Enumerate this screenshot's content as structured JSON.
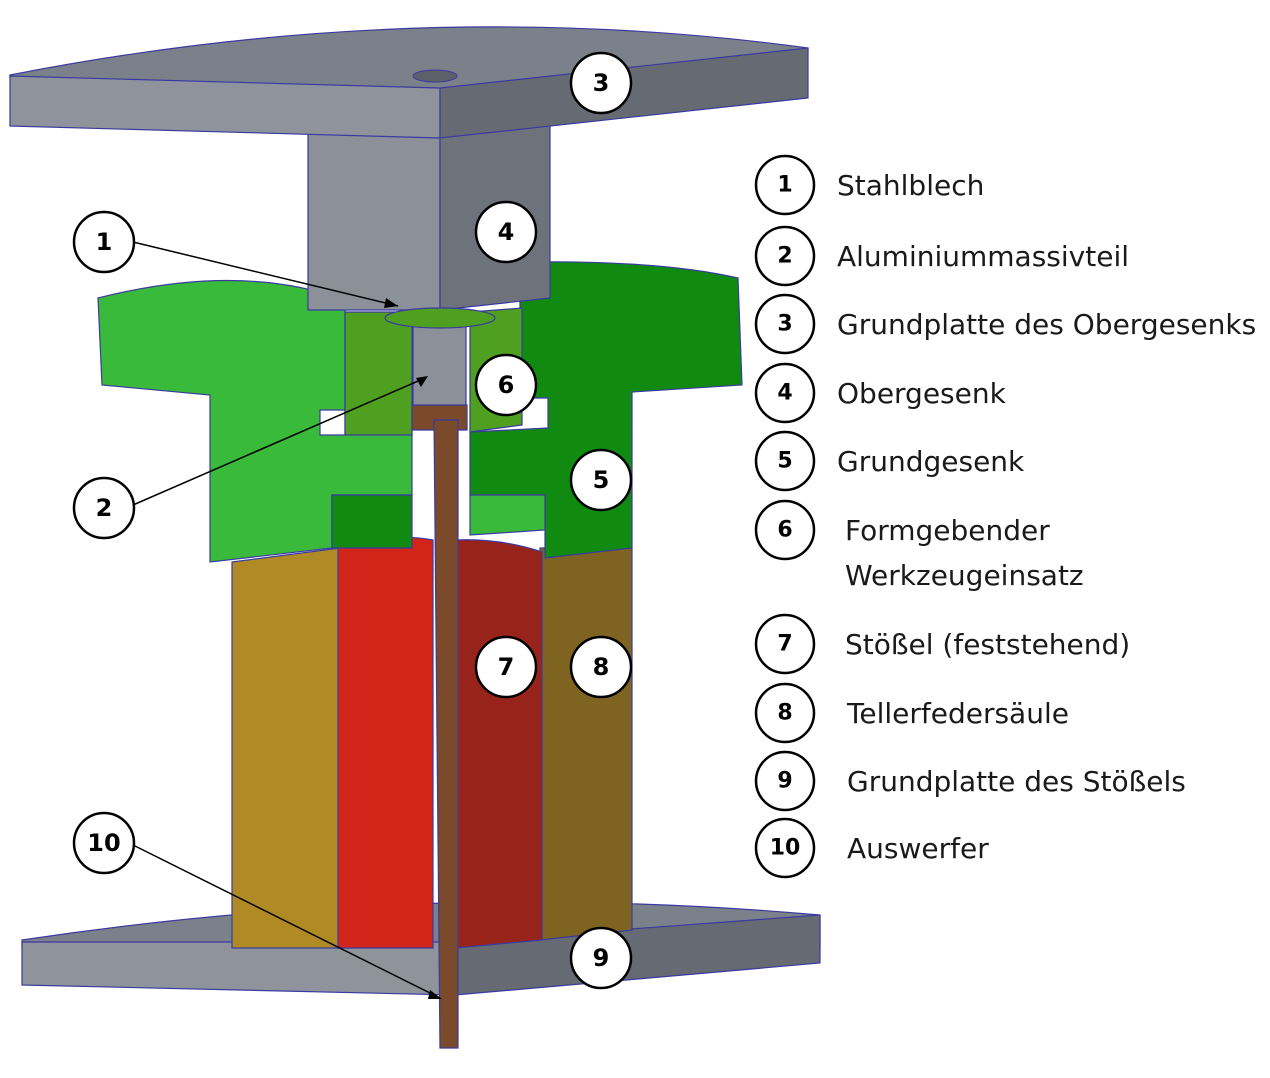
{
  "colors": {
    "plate_top": "#7b818b",
    "plate_front": "#8e939c",
    "plate_side": "#656a73",
    "upper_die_front": "#8b9099",
    "upper_die_side": "#6d727b",
    "green_light": "#3aba3a",
    "green_dark": "#118a11",
    "insert_green": "#4fa020",
    "spring_light": "#b08a25",
    "spring_dark": "#7f6320",
    "red_light": "#d1251a",
    "red_dark": "#98231a",
    "ejector": "#7a4a2a",
    "outline": "#3a3aa0"
  },
  "callouts": [
    {
      "num": "1",
      "target": "Stahlblech"
    },
    {
      "num": "2",
      "target": "Aluminiummassivteil"
    },
    {
      "num": "3",
      "target": "Grundplatte des Obergesenks"
    },
    {
      "num": "4",
      "target": "Obergesenk"
    },
    {
      "num": "5",
      "target": "Grundgesenk"
    },
    {
      "num": "6",
      "target": "Formgebender Werkzeugeinsatz"
    },
    {
      "num": "7",
      "target": "Stößel (feststehend)"
    },
    {
      "num": "8",
      "target": "Tellerfedersäule"
    },
    {
      "num": "9",
      "target": "Grundplatte des Stößels"
    },
    {
      "num": "10",
      "target": "Auswerfer"
    }
  ],
  "legend": [
    {
      "num": "1",
      "lines": [
        "Stahlblech"
      ]
    },
    {
      "num": "2",
      "lines": [
        "Aluminiummassivteil"
      ]
    },
    {
      "num": "3",
      "lines": [
        "Grundplatte des Obergesenks"
      ]
    },
    {
      "num": "4",
      "lines": [
        "Obergesenk"
      ]
    },
    {
      "num": "5",
      "lines": [
        "Grundgesenk"
      ]
    },
    {
      "num": "6",
      "lines": [
        "Formgebender",
        "Werkzeugeinsatz"
      ]
    },
    {
      "num": "7",
      "lines": [
        "Stößel (feststehend)"
      ]
    },
    {
      "num": "8",
      "lines": [
        "Tellerfedersäule"
      ]
    },
    {
      "num": "9",
      "lines": [
        "Grundplatte des Stößels"
      ]
    },
    {
      "num": "10",
      "lines": [
        "Auswerfer"
      ]
    }
  ]
}
